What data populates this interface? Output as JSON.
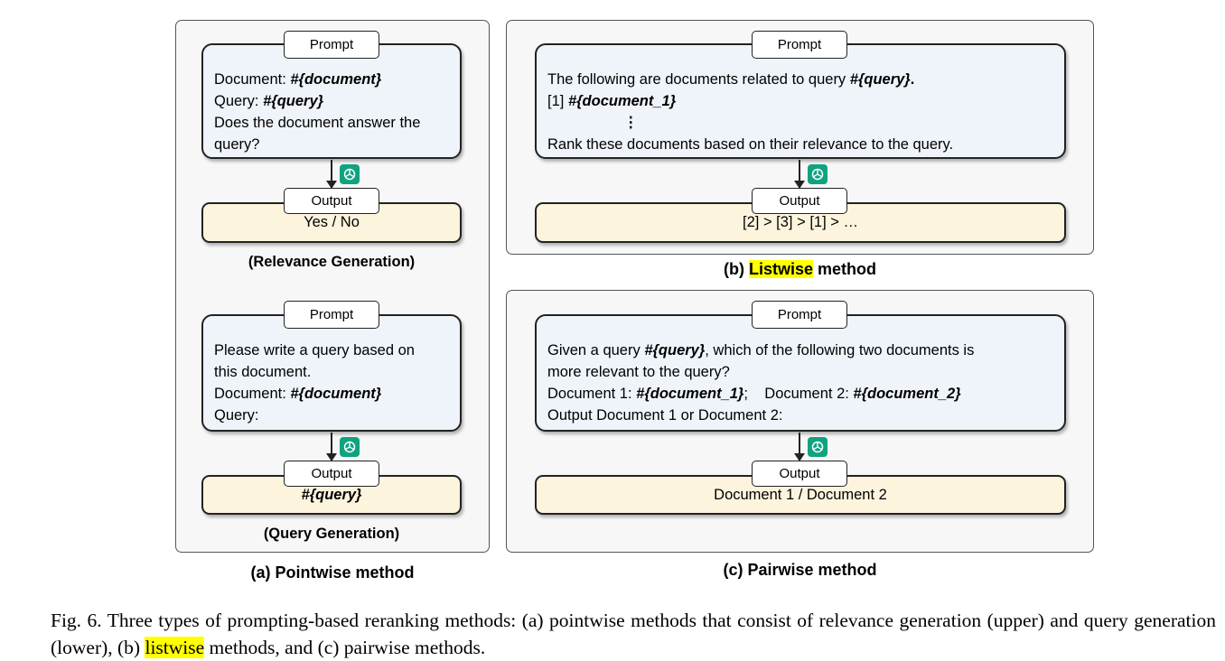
{
  "tags": {
    "prompt": "Prompt",
    "output": "Output"
  },
  "pointwise": {
    "relevance": {
      "line1_prefix": "Document: ",
      "line1_var": "#{document}",
      "line2_prefix": "Query: ",
      "line2_var": "#{query}",
      "line3": "Does the document answer the",
      "line4": "query?",
      "output": "Yes / No",
      "label": "(Relevance Generation)"
    },
    "query_gen": {
      "line1": "Please write a query based on",
      "line2": "this document.",
      "line3_prefix": "Document: ",
      "line3_var": "#{document}",
      "line4": "Query:",
      "output": "#{query}",
      "label": "(Query Generation)"
    },
    "label": "(a) Pointwise method"
  },
  "listwise": {
    "line1_prefix": "The following are documents related to query ",
    "line1_var": "#{query}",
    "line1_suffix": ".",
    "line2_prefix": "[1] ",
    "line2_var": "#{document_1}",
    "line3": "⋮",
    "line4": "Rank these documents based on their relevance to the query.",
    "output": "[2] > [3] > [1] > …",
    "label_prefix": "(b) ",
    "label_hl": "Listwise",
    "label_suffix": " method"
  },
  "pairwise": {
    "line1_prefix": "Given a query ",
    "line1_var": "#{query}",
    "line1_suffix": ", which of the following two documents is",
    "line2": "more relevant to the query?",
    "line3_a": "Document 1: ",
    "line3_var1": "#{document_1}",
    "line3_b": ";    Document 2: ",
    "line3_var2": "#{document_2}",
    "line4": "Output Document 1 or Document 2:",
    "output": "Document 1 / Document 2",
    "label": "(c) Pairwise method"
  },
  "caption": {
    "part1": "Fig. 6. Three types of prompting-based reranking methods: (a) pointwise methods that consist of relevance generation (upper) and query generation (lower), (b) ",
    "hl": "listwise",
    "part2": " methods, and (c) pairwise methods."
  },
  "colors": {
    "prompt_fill": "#eff3fa",
    "output_fill": "#fdf4de",
    "panel_fill": "#f7f7f7",
    "chatgpt_green": "#10a37f",
    "highlight": "#ffff00"
  },
  "icons": {
    "model": "chatgpt-logo-icon"
  }
}
